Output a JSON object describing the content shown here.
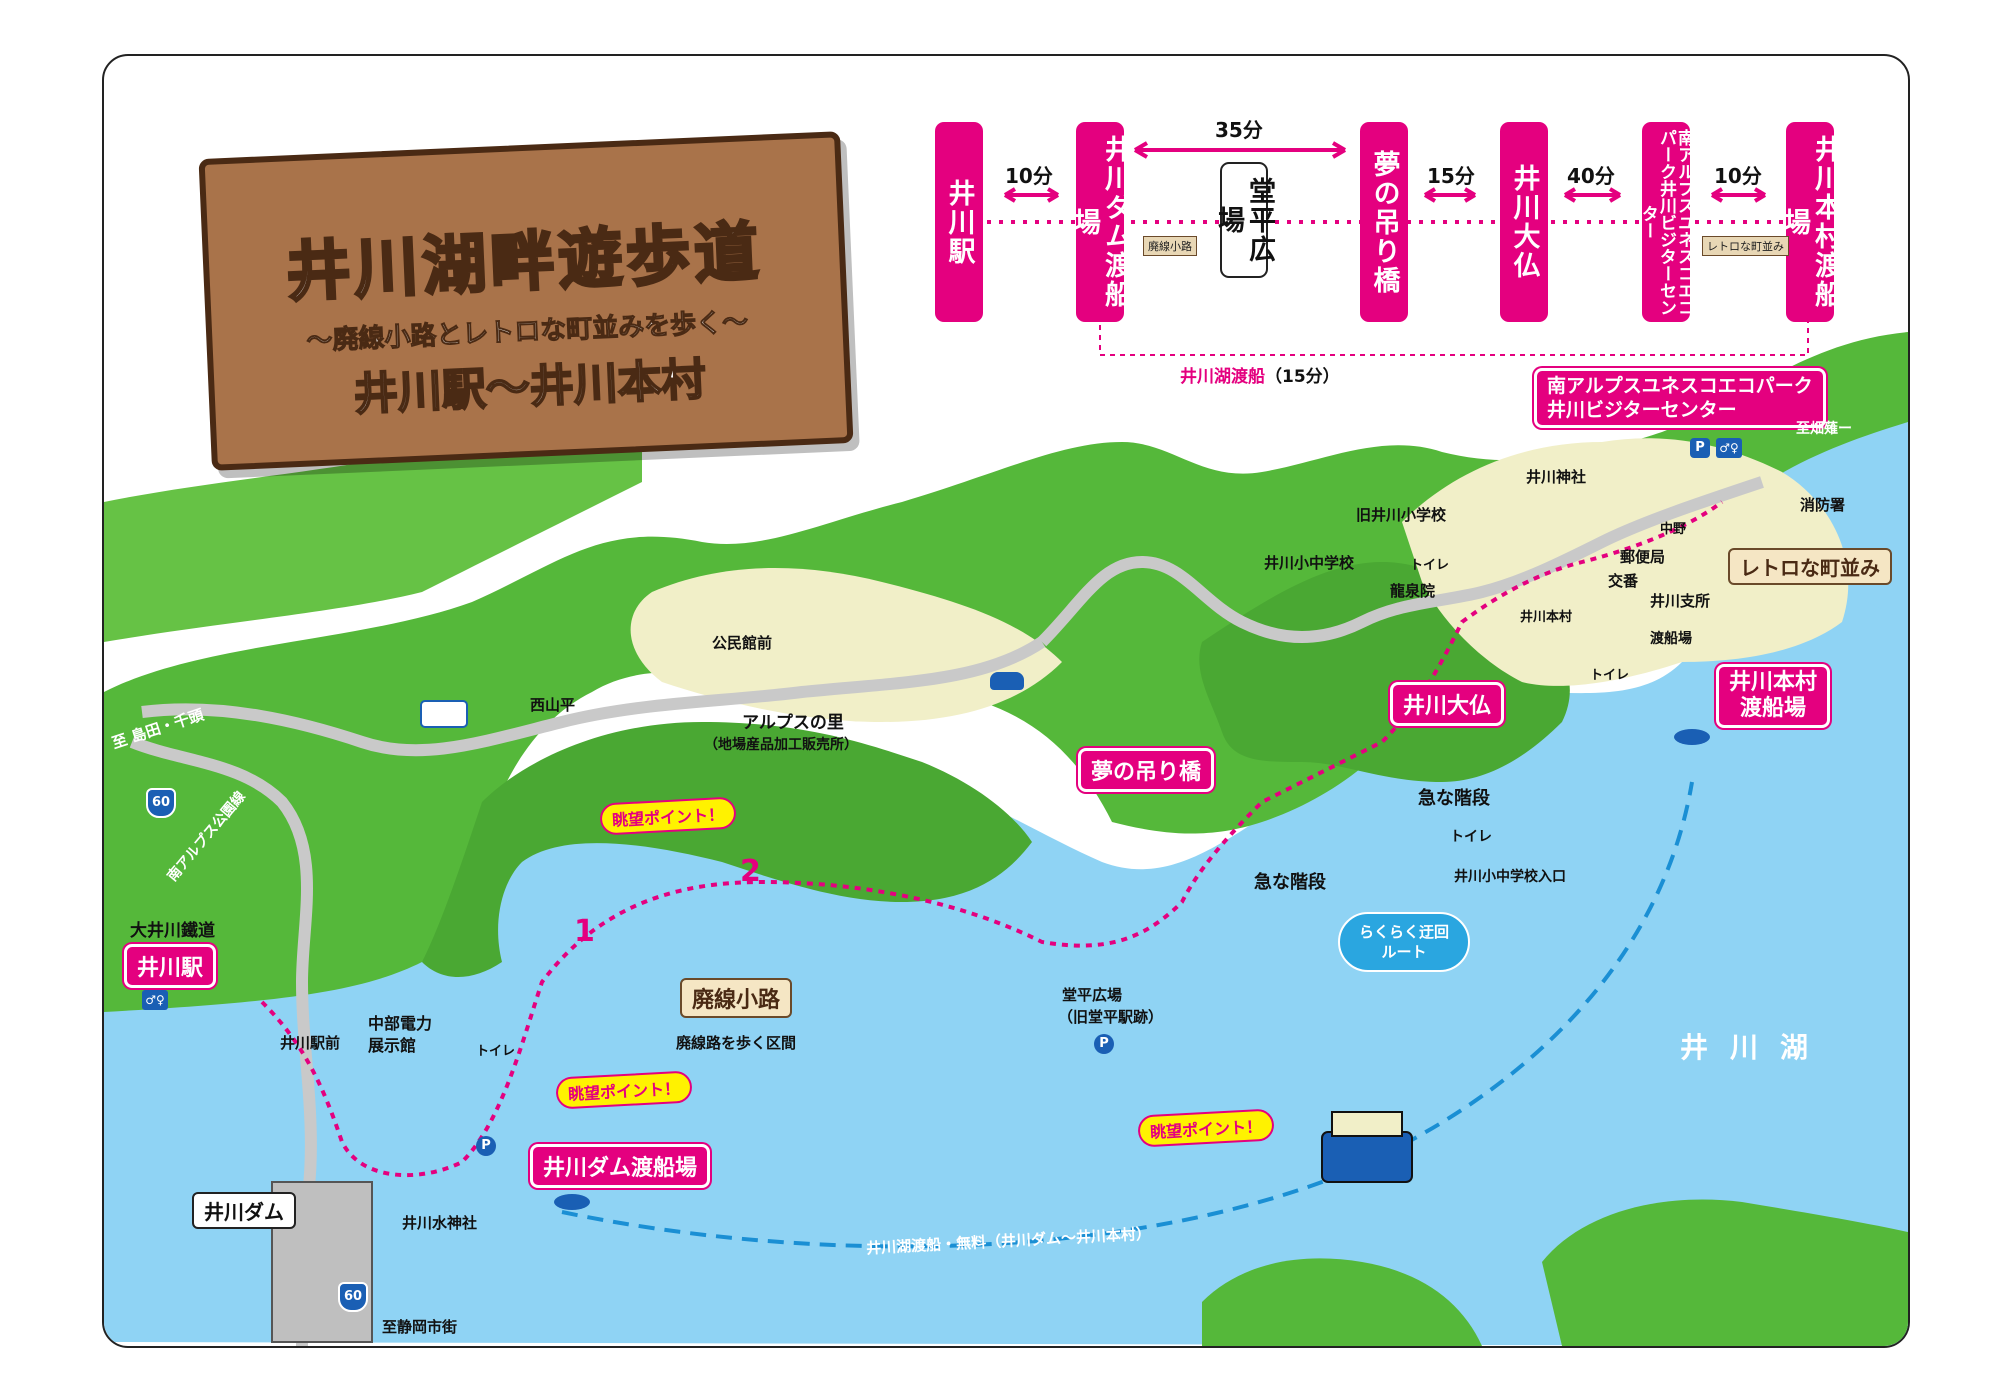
{
  "title": {
    "main": "井川湖畔遊歩道",
    "subtitle": "〜廃線小路とレトロな町並みを歩く〜",
    "section": "井川駅〜井川本村"
  },
  "route": {
    "stops": [
      "井川駅",
      "井川ダム渡船場",
      "堂平広場",
      "夢の吊り橋",
      "井川大仏",
      "南アルプスユネスコエコパーク井川ビジターセンター",
      "井川本村渡船場"
    ],
    "durations": [
      "10分",
      "35分",
      "15分",
      "40分",
      "10分"
    ],
    "trail_tag": "廃線小路",
    "street_tag": "レトロな町並み",
    "ferry": "井川湖渡船",
    "ferry_time": "（15分）"
  },
  "map": {
    "lake_name": "井川湖",
    "places": {
      "ikawa_station": "井川駅",
      "oigawa_railway": "大井川鐵道",
      "ikawa_station_mae": "井川駅前",
      "chubu_museum_1": "中部電力",
      "chubu_museum_2": "展示館",
      "toilet": "トイレ",
      "toilet2": "トイレ",
      "toilet3": "トイレ",
      "toilet4": "トイレ",
      "dam": "井川ダム",
      "dam_pier": "井川ダム渡船場",
      "suijinsha": "井川水神社",
      "to_shizuoka": "至静岡市街",
      "to_shimada": "至 島田・千頭",
      "road_name": "南アルプス公園線",
      "nishiyama": "西山平",
      "kominkan": "公民館前",
      "alps_sato": "アルプスの里",
      "alps_sato_sub": "（地場産品加工販売所）",
      "haisen": "廃線小路",
      "haisen_sub": "廃線路を歩く区間",
      "dodaira": "堂平広場",
      "dodaira_sub": "（旧堂平駅跡）",
      "yume": "夢の吊り橋",
      "kyuna1": "急な階段",
      "kyuna2": "急な階段",
      "school_entrance": "井川小中学校入口",
      "rakuraku": "らくらく迂回ルート",
      "daibutsu": "井川大仏",
      "ryusenin": "龍泉院",
      "school": "井川小中学校",
      "old_school": "旧井川小学校",
      "shrine": "井川神社",
      "visitor_1": "南アルプスユネスコエコパーク",
      "visitor_2": "井川ビジターセンター",
      "to_hatanagi": "至畑薙ー",
      "fire": "消防署",
      "post": "郵便局",
      "koban": "交番",
      "nakano": "中野",
      "ikawa_honmura": "井川本村",
      "branch": "井川支所",
      "tosenjo": "渡船場",
      "retro": "レトロな町並み",
      "honmura_pier_1": "井川本村",
      "honmura_pier_2": "渡船場",
      "view1": "眺望ポイント！",
      "view2": "眺望ポイント！",
      "view3": "眺望ポイント！",
      "ferry_free": "井川湖渡船・無料（井川ダム〜井川本村）",
      "route60": "60",
      "num1": "1",
      "num2": "2"
    }
  },
  "colors": {
    "accent": "#e4007f",
    "lake": "#8fd3f4",
    "forest": "#55b83a",
    "road": "#c9c9c9",
    "town": "#f1efc8"
  }
}
